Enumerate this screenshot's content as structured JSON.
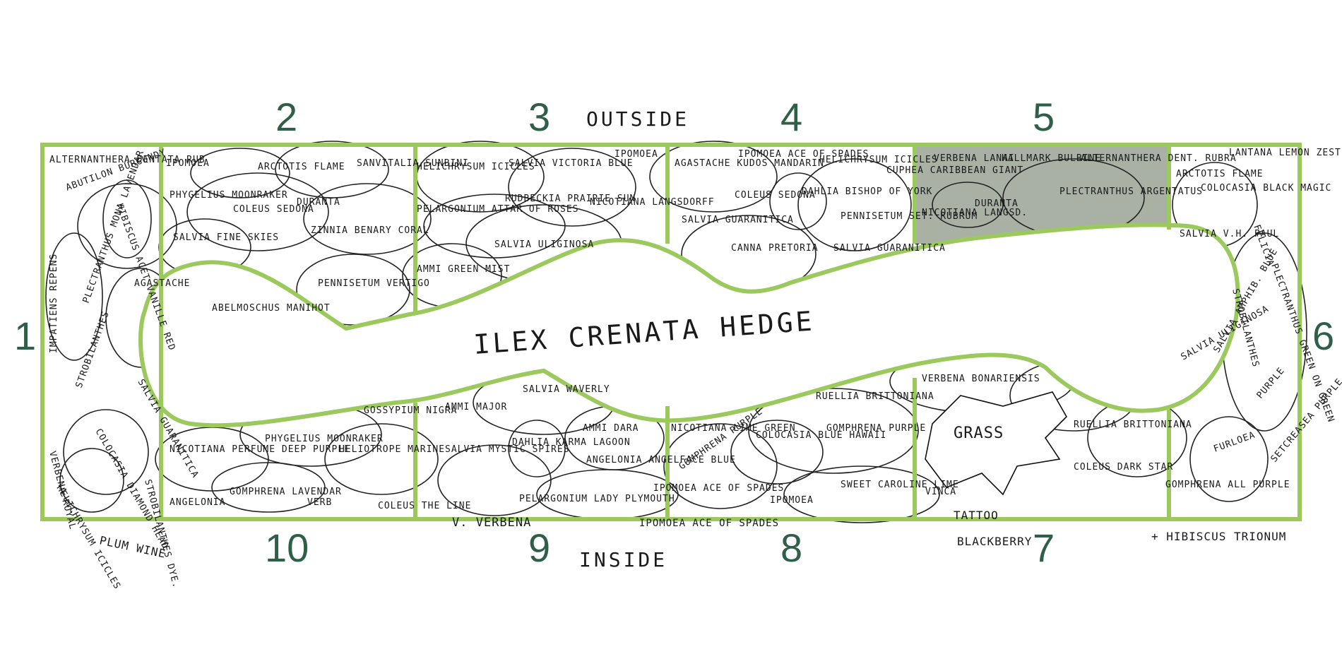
{
  "labels": {
    "outside": "OUTSIDE",
    "inside": "INSIDE",
    "hedge": "ILEX  CRENATA  HEDGE",
    "blackberry": "BLACKBERRY",
    "tattoo": "TATTOO",
    "grass": "GRASS",
    "hibiscus_trionum": "+ HIBISCUS TRIONUM",
    "plum_wine": "PLUM WINE",
    "verbena_note": "V. VERBENA",
    "ipomoea_note": "IPOMOEA ACE OF SPADES"
  },
  "section_numbers": [
    "1",
    "2",
    "3",
    "4",
    "5",
    "6",
    "7",
    "8",
    "9",
    "10"
  ],
  "colors": {
    "grid": "#9bc95e",
    "number": "#2f5f48",
    "highlight": "#9aa394",
    "ink": "#1a1a1a"
  },
  "plants": {
    "s1": [
      "ALTERNANTHERA DENTATA RUB",
      "ABUTILON BURGUNDY",
      "HIBISCUS ACET VANILLE RED",
      "IMPATIENS REPENS",
      "PLECTRANTHUS MONA LAVENDAR",
      "SALVIA GUARANITICA",
      "STROBILANTHES",
      "COLOCASIA DIAMOND HEAD",
      "VERBENA ROYAL",
      "HELICHRYSUM ICICLES",
      "STROBILANTHES DYE.",
      "AGASTACHE"
    ],
    "s2": [
      "IPOMOEA",
      "ARCTOTIS FLAME",
      "SANVITALIA SUNBINI",
      "PHYGELIUS MOONRAKER",
      "COLEUS SEDONA",
      "DURANTA",
      "SALVIA FINE SKIES",
      "ZINNIA BENARY CORAL",
      "PENNISETUM VERTIGO",
      "ABELMOSCHUS MANIHOT"
    ],
    "s3": [
      "HELICHRYSUM ICICLES",
      "SALVIA VICTORIA BLUE",
      "IPOMOEA",
      "RUDBECKIA PRAIRIE SUN",
      "PELARGONIUM ATTAR OF ROSES",
      "NICOTIANA LANGSDORFF",
      "SALVIA ULIGINOSA",
      "AMMI GREEN MIST"
    ],
    "s4": [
      "AGASTACHE KUDOS MANDARIN",
      "IPOMOEA ACE OF SPADES",
      "HELICHRYSUM ICICLES",
      "COLEUS SEDONA",
      "DAHLIA BISHOP OF YORK",
      "SALVIA GUARANITICA",
      "CUPHEA CARIBBEAN GIANT",
      "PENNISETUM SET. RUBRUM",
      "CANNA PRETORIA",
      "SALVIA GUARANITICA"
    ],
    "s5": [
      "VERBENA LANAI",
      "HALLMARK BULBINE",
      "ALTERNANTHERA DENT. RUBRA",
      "DURANTA",
      "NICOTIANA LANGSD.",
      "PLECTRANTHUS ARGENTATUS"
    ],
    "s6": [
      "LANTANA LEMON ZEST",
      "ARCTOTIS FLAME",
      "COLOCASIA BLACK MAGIC",
      "SALVIA V.H. PAUL",
      "FELICIA",
      "PLECTRANTHUS GREEN ON GREEN",
      "STROBILANTHES",
      "SALVIA ULIGINOSA",
      "SALVIA AMPHIB. BLUE",
      "FURLOEA",
      "PURPLE",
      "SETCREASEA PURPLE",
      "GOMPHRENA ALL PURPLE"
    ],
    "s7": [
      "VERBENA BONARIENSIS",
      "RUELLIA BRITTONIANA",
      "COLEUS DARK STAR",
      "VINCA"
    ],
    "s8": [
      "NICOTIANA LIME GREEN",
      "GOMPHRENA PURPLE",
      "COLOCASIA BLUE HAWAII",
      "RUELLIA BRITTONIANA",
      "GOMPHRENA PURPLE",
      "SWEET CAROLINE LIME",
      "IPOMOEA"
    ],
    "s9": [
      "SALVIA WAVERLY",
      "AMMI MAJOR",
      "AMMI DARA",
      "SALVIA MYSTIC SPIRES",
      "DAHLIA KARMA LAGOON",
      "ANGELONIA ANGELFACE BLUE",
      "PELARGONIUM LADY PLYMOUTH",
      "IPOMOEA ACE OF SPADES",
      "COLEUS THE LINE"
    ],
    "s10": [
      "NICOTIANA PERFUME DEEP PURPLE",
      "PHYGELIUS MOONRAKER",
      "GOSSYPIUM NIGRA",
      "HELIOTROPE MARINE",
      "GOMPHRENA LAVENDAR",
      "ANGELONIA",
      "VERB"
    ]
  }
}
